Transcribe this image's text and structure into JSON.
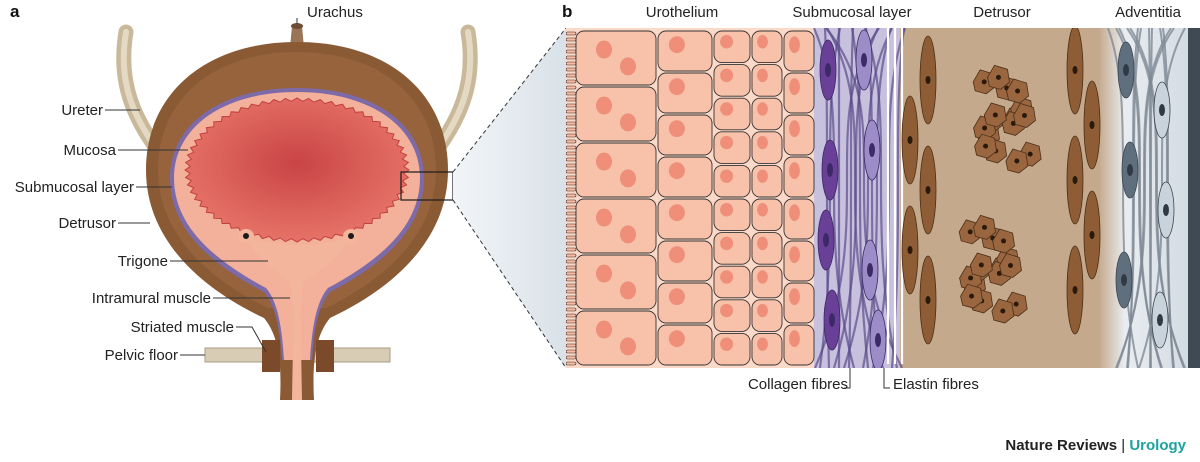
{
  "panel_a": {
    "letter": "a",
    "labels": {
      "urachus": "Urachus",
      "ureter": "Ureter",
      "mucosa": "Mucosa",
      "submucosal": "Submucosal layer",
      "detrusor": "Detrusor",
      "trigone": "Trigone",
      "intramural": "Intramural muscle",
      "striated": "Striated muscle",
      "pelvic_floor": "Pelvic floor"
    }
  },
  "panel_b": {
    "letter": "b",
    "layers": {
      "urothelium": "Urothelium",
      "submucosal": "Submucosal layer",
      "detrusor": "Detrusor",
      "adventitia": "Adventitia"
    },
    "fibres": {
      "collagen": "Collagen fibres",
      "elastin": "Elastin fibres"
    }
  },
  "credit": {
    "publisher": "Nature Reviews",
    "separator": " | ",
    "journal": "Urology"
  },
  "colors": {
    "muscle": "#8a5a35",
    "lumen": "#c8484a",
    "mucosa": "#f3a58a",
    "submucosa": "#6e5a9e",
    "urothelium": "#f6b49a",
    "detrusor_bg": "#c5aa8e",
    "adventitia": "#a9b6c4",
    "journal": "#1ca39b"
  }
}
